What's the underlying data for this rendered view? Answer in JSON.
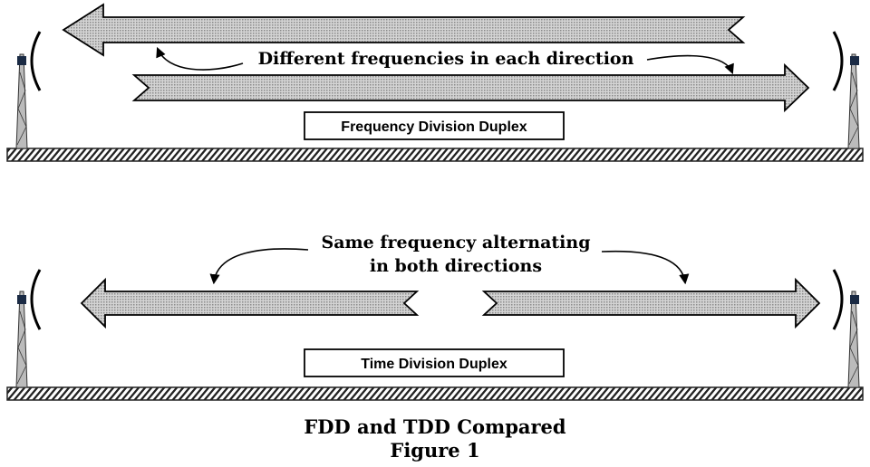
{
  "fdd": {
    "annotation": "Different frequencies in each direction",
    "label": "Frequency Division Duplex"
  },
  "tdd": {
    "annotation_line1": "Same frequency alternating",
    "annotation_line2": "in both directions",
    "label": "Time Division Duplex"
  },
  "caption": {
    "line1": "FDD and TDD Compared",
    "line2": "Figure 1"
  }
}
